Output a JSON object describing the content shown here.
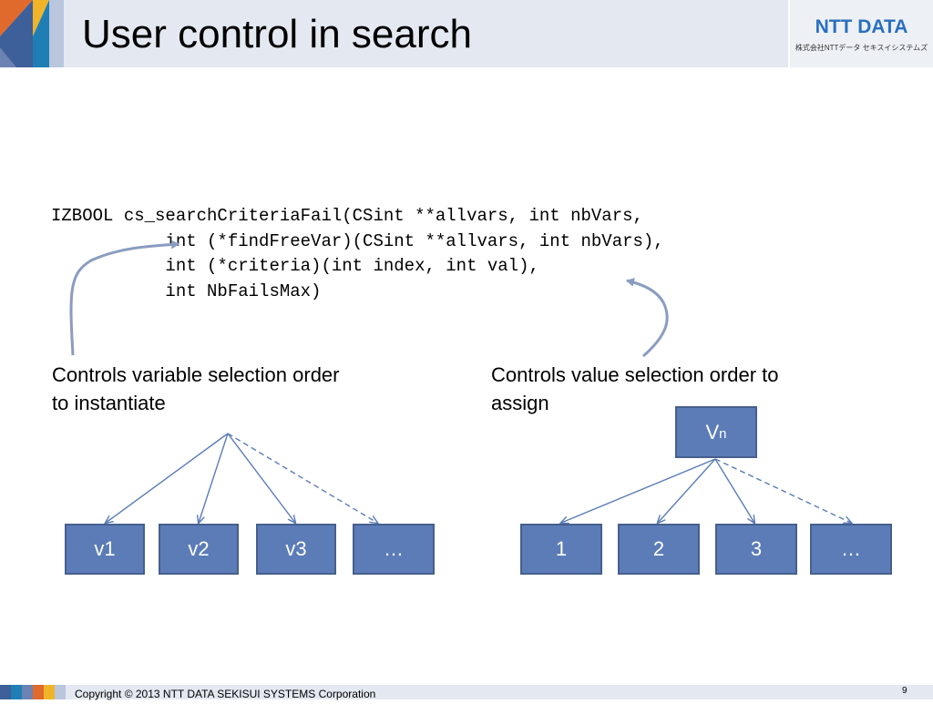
{
  "slide": {
    "title": "User control in search",
    "logo": {
      "main": "NTT DATA",
      "sub": "株式会社NTTデータ セキスイシステムズ"
    },
    "code_lines": [
      "IZBOOL cs_searchCriteriaFail(CSint **allvars, int nbVars,",
      "           int (*findFreeVar)(CSint **allvars, int nbVars),",
      "           int (*criteria)(int index, int val),",
      "           int NbFailsMax)"
    ],
    "captions": {
      "left": "Controls variable selection order to instantiate",
      "right": "Controls value selection order to assign"
    },
    "variable_tree": {
      "children": [
        "v1",
        "v2",
        "v3",
        "…"
      ]
    },
    "value_tree": {
      "root": "V",
      "root_subscript": "n",
      "children": [
        "1",
        "2",
        "3",
        "…"
      ]
    },
    "footer": {
      "copyright": "Copyright © 2013 NTT DATA SEKISUI SYSTEMS Corporation",
      "page_number": "9"
    },
    "colors": {
      "node_fill": "#5b7cb7",
      "node_border": "#465f8d",
      "arrow": "#8a9cc0",
      "header_band": "#e4e8f1",
      "logo_blue": "#2a6fbe"
    }
  }
}
